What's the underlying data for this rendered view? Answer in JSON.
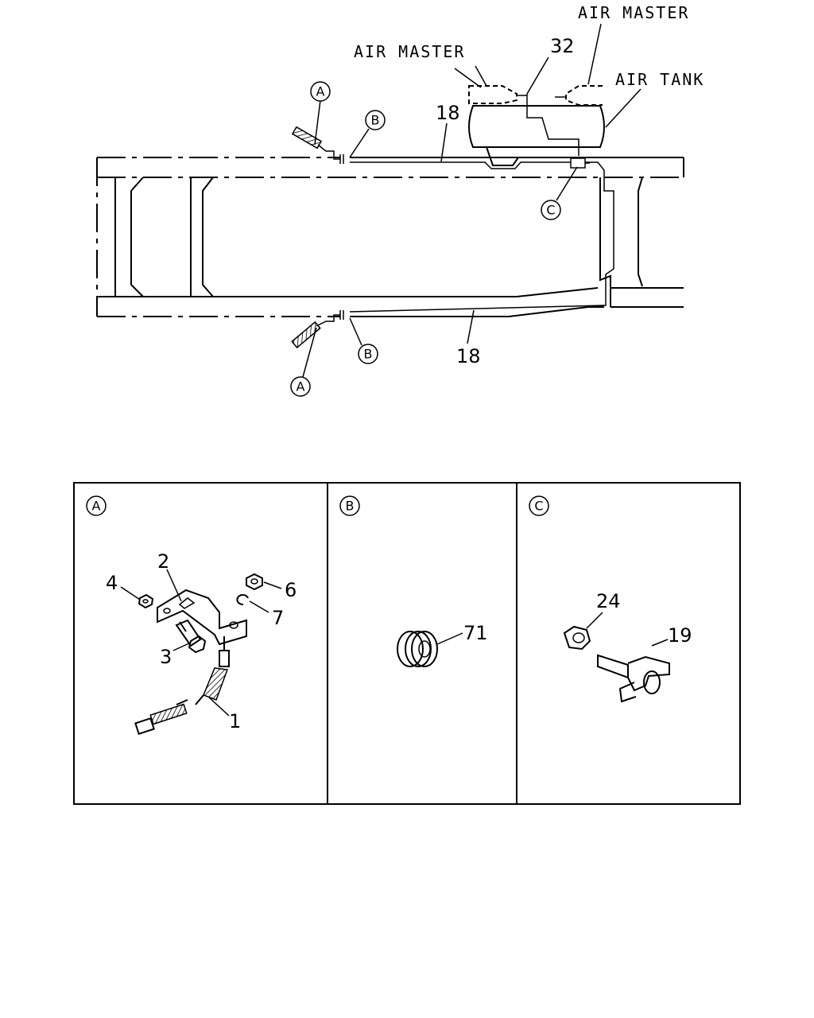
{
  "labels": {
    "air_master_right": "AIR MASTER",
    "air_master_left": "AIR MASTER",
    "air_tank": "AIR TANK"
  },
  "callouts": {
    "n32": "32",
    "n18_top": "18",
    "n18_bottom": "18",
    "n2": "2",
    "n4": "4",
    "n6": "6",
    "n7": "7",
    "n3": "3",
    "n1": "1",
    "n71": "71",
    "n24": "24",
    "n19": "19"
  },
  "detail_markers": {
    "a_top": "A",
    "a_bottom": "A",
    "b_top": "B",
    "b_bottom": "B",
    "c_main": "C",
    "panel_a": "A",
    "panel_b": "B",
    "panel_c": "C"
  }
}
